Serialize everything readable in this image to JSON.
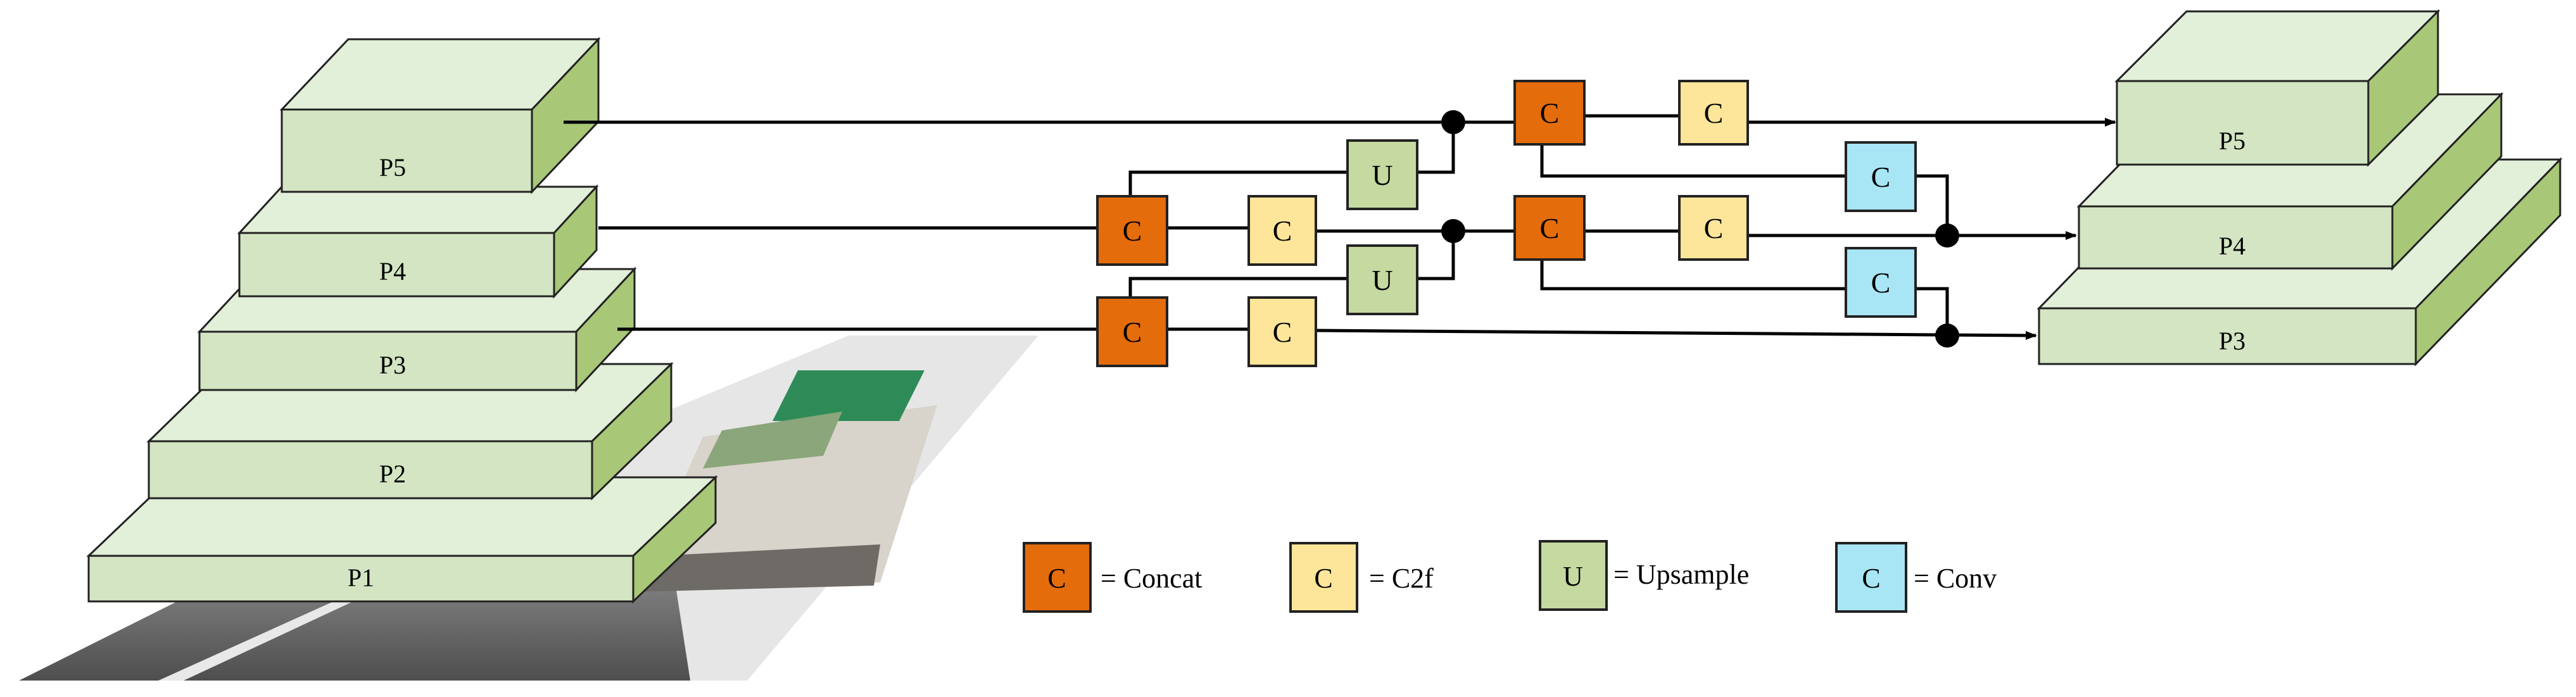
{
  "pyramids": {
    "backbone_levels": [
      "P5",
      "P4",
      "P3",
      "P2",
      "P1"
    ],
    "output_levels": [
      "P5",
      "P4",
      "P3"
    ]
  },
  "blocks": {
    "concat": "C",
    "c2f": "C",
    "upsample": "U",
    "conv": "C"
  },
  "legend": {
    "concat_letter": "C",
    "concat_label": "=  Concat",
    "c2f_letter": "C",
    "c2f_label": "=   C2f",
    "upsample_letter": "U",
    "upsample_label": "=  Upsample",
    "conv_letter": "C",
    "conv_label": "= Conv"
  },
  "colors": {
    "slab_top": "#e2efd9",
    "slab_front": "#d3e5c2",
    "slab_side": "#a8c878",
    "concat": "#e46c0a",
    "c2f": "#fde699",
    "upsample": "#c5d9a0",
    "conv": "#a8e6f5",
    "road_light": "#b8b8b8",
    "road_dark": "#5e5e5e",
    "sky": "#e4e4e4",
    "sign_green": "#2e8b57",
    "truck": "#d9d4cc"
  },
  "icons": {
    "arrow": "arrowhead",
    "junction": "junction-dot"
  }
}
